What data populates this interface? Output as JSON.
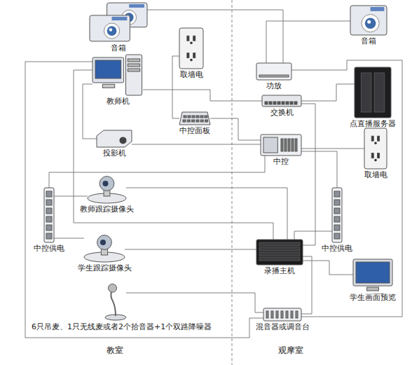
{
  "diagram": {
    "nodes": [
      {
        "text": [
          "音箱"
        ]
      },
      {
        "text": [
          "教师机"
        ]
      },
      {
        "text": [
          "取墙电"
        ]
      },
      {
        "text": [
          "中控面板"
        ]
      },
      {
        "text": [
          "投影机"
        ]
      },
      {
        "text": [
          "教师跟踪摄像头"
        ]
      },
      {
        "text": [
          "中控供电"
        ]
      },
      {
        "text": [
          "学生跟踪摄像头"
        ]
      },
      {
        "text": [
          "6只吊麦、1只无线麦或者2个拾音器+1个双路降噪器"
        ]
      },
      {
        "text": [
          "音箱"
        ]
      },
      {
        "text": [
          "功放"
        ]
      },
      {
        "text": [
          "点直播服务器"
        ]
      },
      {
        "text": [
          "交换机"
        ]
      },
      {
        "text": [
          "取墙电"
        ]
      },
      {
        "text": [
          "中控"
        ]
      },
      {
        "text": [
          "中控供电"
        ]
      },
      {
        "text": [
          "录播主机"
        ]
      },
      {
        "text": [
          "学生画面预览"
        ]
      },
      {
        "text": [
          "混音器或调音台"
        ]
      }
    ],
    "edges": [
      {
        "from": 0,
        "to": 10,
        "arrow": "none"
      },
      {
        "from": 9,
        "to": 10,
        "arrow": "none"
      },
      {
        "from": 1,
        "to": 12,
        "arrow": "none"
      },
      {
        "from": 1,
        "to": 4,
        "arrow": "none"
      },
      {
        "from": 1,
        "to": 16,
        "arrow": "none"
      },
      {
        "from": 2,
        "to": 3,
        "arrow": "none"
      },
      {
        "from": 3,
        "to": 14,
        "arrow": "none"
      },
      {
        "from": 4,
        "to": 14,
        "arrow": "none"
      },
      {
        "from": 12,
        "to": 11,
        "arrow": "none"
      },
      {
        "from": 12,
        "to": 16,
        "arrow": "none"
      },
      {
        "from": 14,
        "to": 13,
        "arrow": "none"
      },
      {
        "from": 14,
        "to": 15,
        "arrow": "none"
      },
      {
        "from": 14,
        "to": 6,
        "arrow": "none"
      },
      {
        "from": 5,
        "to": 16,
        "arrow": "none"
      },
      {
        "from": 7,
        "to": 16,
        "arrow": "none"
      },
      {
        "from": 6,
        "to": 5,
        "arrow": "none"
      },
      {
        "from": 6,
        "to": 7,
        "arrow": "none"
      },
      {
        "from": 15,
        "to": 16,
        "arrow": "none"
      },
      {
        "from": 16,
        "to": 17,
        "arrow": "none"
      },
      {
        "from": 18,
        "to": 16,
        "arrow": "none"
      },
      {
        "from": 8,
        "to": 18,
        "arrow": "none"
      },
      {
        "from": 10,
        "to": 18,
        "arrow": "none"
      },
      {
        "from": 1,
        "to": 18,
        "arrow": "none"
      }
    ],
    "labels": [
      "教室",
      "观摩室"
    ]
  }
}
